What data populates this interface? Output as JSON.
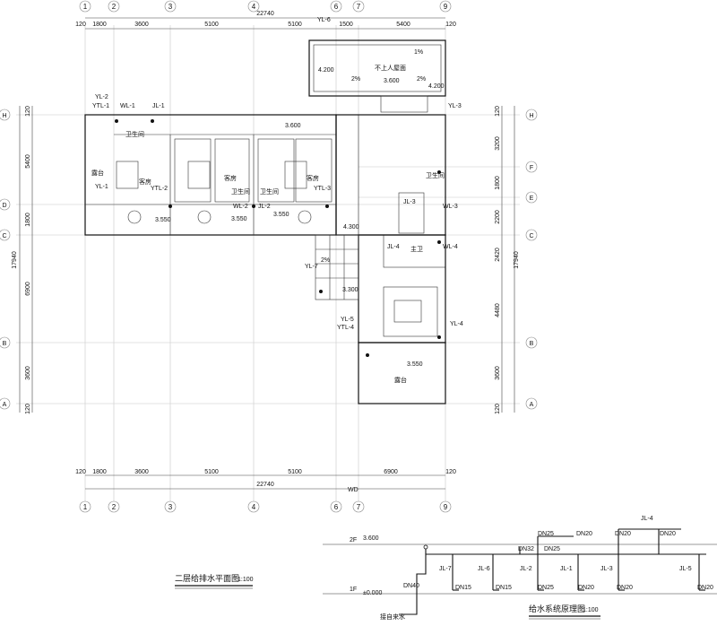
{
  "grid": {
    "top_axes": [
      "1",
      "2",
      "3",
      "4",
      "6",
      "7",
      "9"
    ],
    "bottom_axes": [
      "1",
      "2",
      "3",
      "4",
      "6",
      "7",
      "9"
    ],
    "left_axes": [
      "H",
      "D",
      "C",
      "B",
      "A"
    ],
    "right_axes": [
      "H",
      "F",
      "E",
      "C",
      "B",
      "A"
    ]
  },
  "dimensions": {
    "top_total": "22740",
    "top_segments": [
      "120",
      "1800",
      "3600",
      "5100",
      "5100",
      "1500",
      "5400",
      "120"
    ],
    "bottom_total": "22740",
    "bottom_segments": [
      "120",
      "1800",
      "3600",
      "5100",
      "5100",
      "6900",
      "120"
    ],
    "left_total": "17940",
    "left_segments": [
      "120",
      "5400",
      "1800",
      "6900",
      "3600",
      "120"
    ],
    "right_total": "17940",
    "right_segments": [
      "120",
      "3200",
      "1800",
      "2200",
      "2420",
      "4480",
      "3600",
      "120"
    ]
  },
  "plan": {
    "rooms": {
      "balcony_left": "露台",
      "guest_room_1": "客房",
      "guest_room_2": "客房",
      "guest_room_3": "客房",
      "guest_bath_1": "卫生间",
      "guest_bath_2": "卫生间",
      "guest_bath_3": "卫生间",
      "master_bath": "主卫",
      "roof_unaccessible": "不上人屋面",
      "balcony_bottom": "露台",
      "bath_label_small": "卫生间"
    },
    "elevations": [
      "4.200",
      "3.600",
      "4.200",
      "3.600",
      "3.550",
      "3.550",
      "3.550",
      "4.300",
      "3.300",
      "3.550"
    ],
    "slopes": [
      "1%",
      "2%",
      "2%",
      "2%"
    ],
    "pipe_tags": [
      "YL-6",
      "YL-2",
      "YTL-1",
      "WL-1",
      "JL-1",
      "YL-3",
      "YL-1",
      "YTL-2",
      "WL-2",
      "JL-2",
      "YTL-3",
      "JL-3",
      "WL-3",
      "JL-4",
      "WL-4",
      "YL-7",
      "YL-5",
      "YTL-4",
      "YL-4",
      "WD"
    ]
  },
  "plan_title": {
    "text": "二层给排水平面图",
    "scale": "1:100"
  },
  "riser": {
    "floor_2": "2F",
    "floor_2_level": "3.600",
    "floor_1": "1F",
    "floor_1_level": "±0.000",
    "main_inlet": "DN40",
    "inlet_label": "接自来水",
    "pipe_labels": [
      "JL-7",
      "JL-6",
      "JL-2",
      "JL-1",
      "JL-3",
      "JL-5",
      "JL-4"
    ],
    "sizes_top": [
      "DN25",
      "DN20",
      "DN32",
      "DN25",
      "DN20",
      "DN20"
    ],
    "sizes_bottom": [
      "DN15",
      "DN15",
      "DN25",
      "DN20",
      "DN20",
      "DN20"
    ]
  },
  "riser_title": {
    "text": "给水系统原理图",
    "scale": "1:100"
  }
}
